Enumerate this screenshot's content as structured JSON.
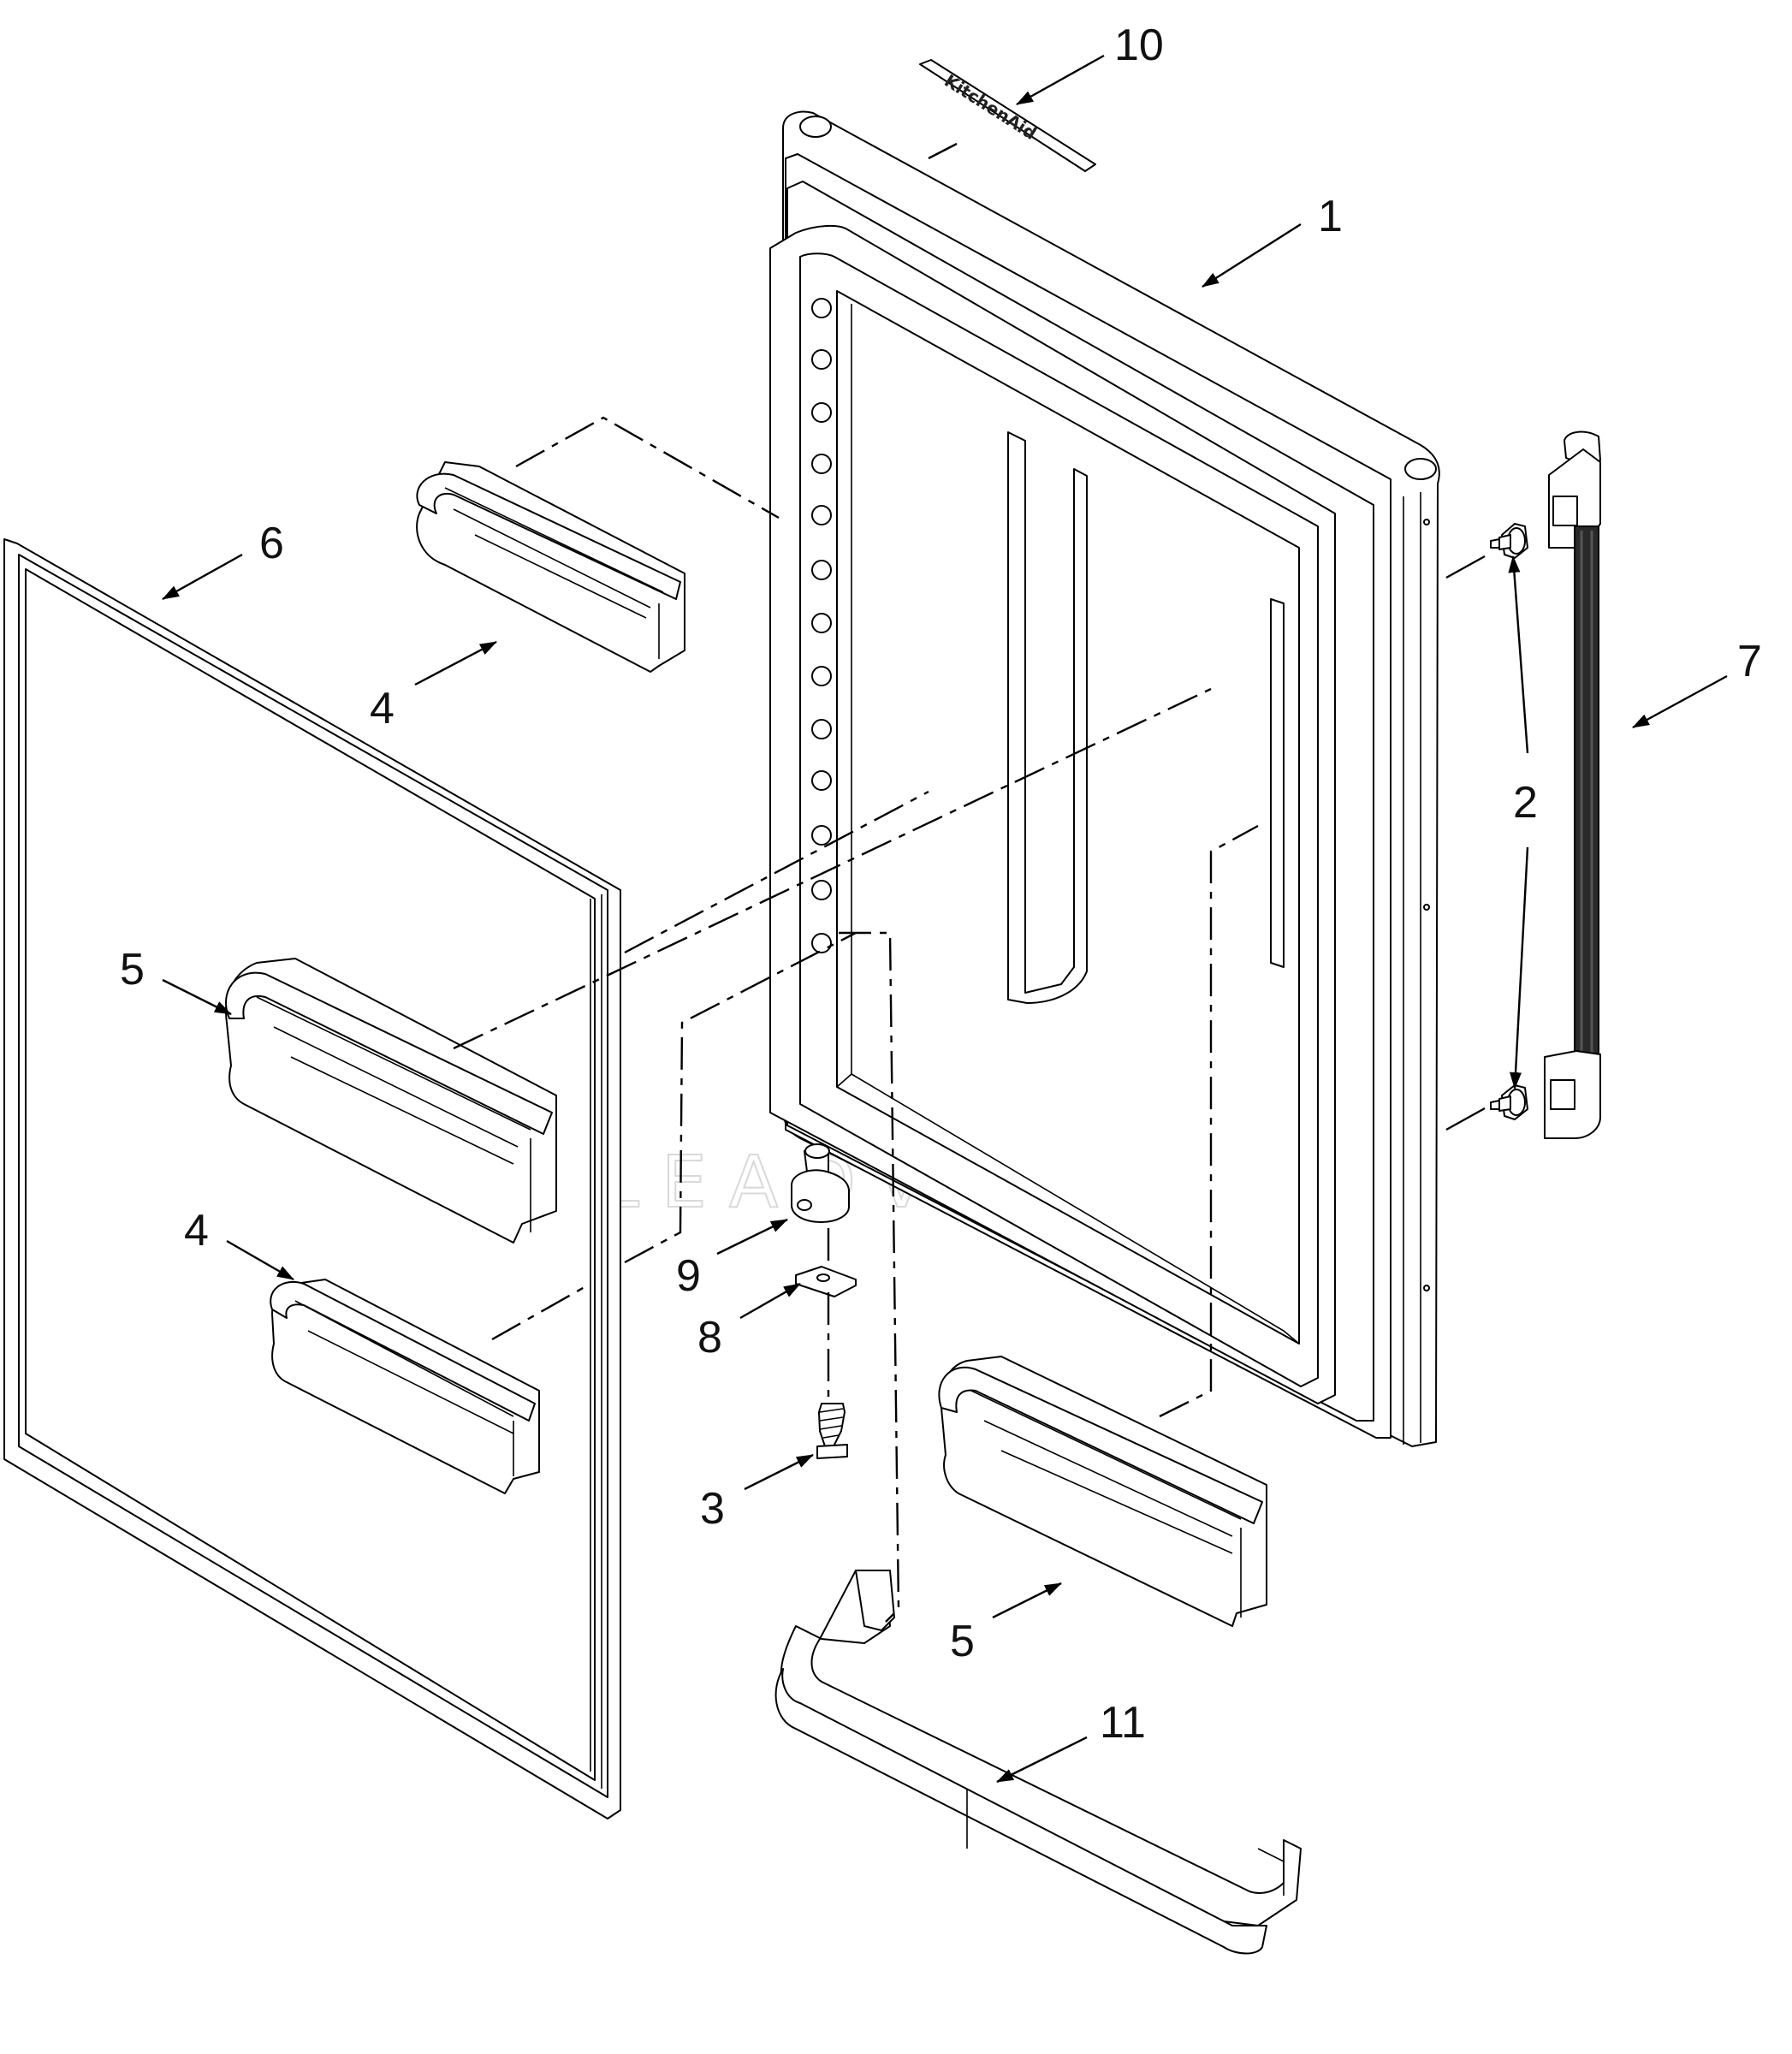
{
  "labels": {
    "door": "1",
    "hinge_pins": "2",
    "screw": "3",
    "upper_bin": "4",
    "lower_bin": "4",
    "left_large_bin": "5",
    "right_large_bin": "5",
    "gasket": "6",
    "handle": "7",
    "stop_plate": "8",
    "door_stop": "9",
    "nameplate": "10",
    "bottom_trim": "11"
  },
  "nameplate_text": "KitchenAid",
  "watermark": "LEADVENTURE"
}
